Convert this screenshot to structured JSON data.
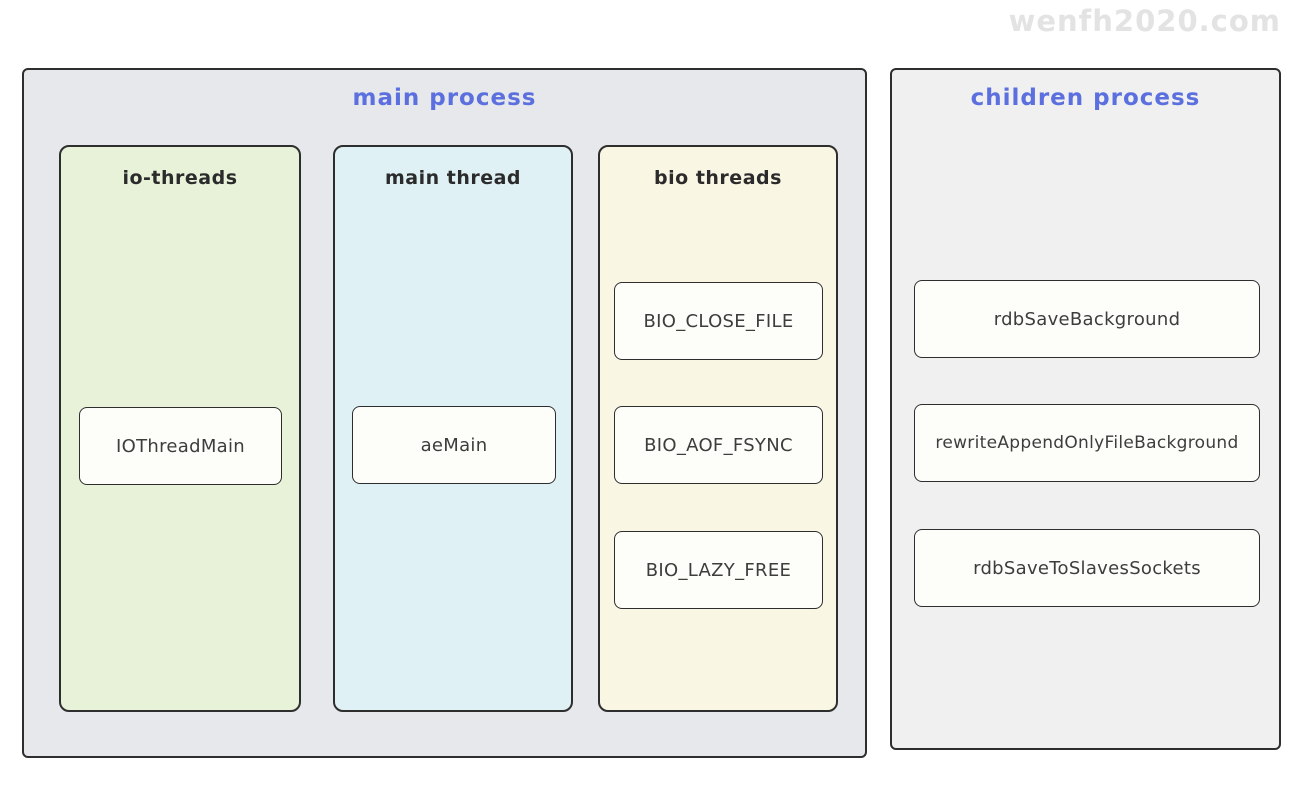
{
  "watermark": "wenfh2020.com",
  "colors": {
    "title_accent": "#5b6fde",
    "main_process_bg": "#e6e8eb",
    "children_process_bg": "#f0f0f0",
    "io_threads_bg": "#e7f2d9",
    "main_thread_bg": "#dff1f4",
    "bio_threads_bg": "#faf6e4",
    "node_bg": "#fdfdfa",
    "border": "#2e2e2e"
  },
  "main_process": {
    "title": "main process",
    "columns": [
      {
        "title": "io-threads",
        "boxes": [
          "IOThreadMain"
        ]
      },
      {
        "title": "main thread",
        "boxes": [
          "aeMain"
        ]
      },
      {
        "title": "bio threads",
        "boxes": [
          "BIO_CLOSE_FILE",
          "BIO_AOF_FSYNC",
          "BIO_LAZY_FREE"
        ]
      }
    ]
  },
  "children_process": {
    "title": "children process",
    "boxes": [
      "rdbSaveBackground",
      "rewriteAppendOnlyFileBackground",
      "rdbSaveToSlavesSockets"
    ]
  }
}
